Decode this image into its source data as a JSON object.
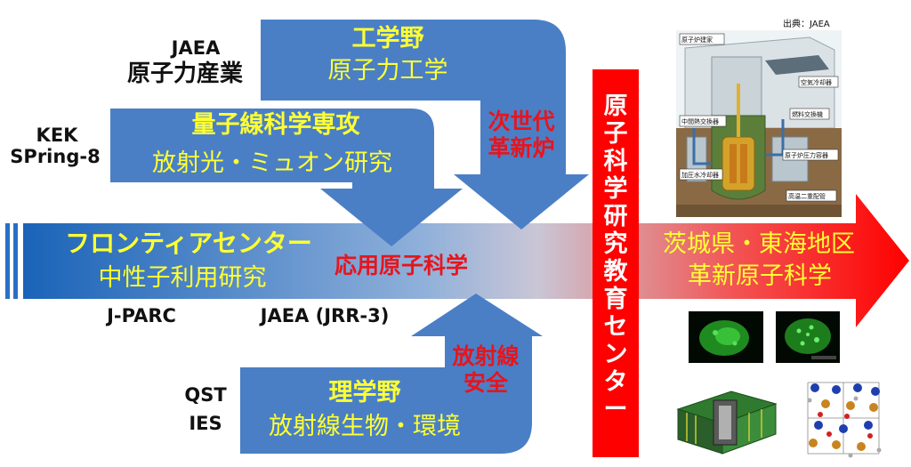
{
  "credit": "出典：JAEA",
  "left_labels": {
    "jaea_line1": "JAEA",
    "jaea_line2": "原子力産業",
    "kek": "KEK",
    "spring8": "SPring-8",
    "qst": "QST",
    "ies": "IES",
    "jparc": "J-PARC",
    "jrr3": "JAEA (JRR-3)"
  },
  "arrows": {
    "engineering": {
      "title": "工学野",
      "subtitle": "原子力工学"
    },
    "quantum": {
      "title": "量子線科学専攻",
      "subtitle": "放射光・ミュオン研究"
    },
    "frontier": {
      "title": "フロンティアセンター",
      "subtitle": "中性子利用研究"
    },
    "science": {
      "title": "理学野",
      "subtitle": "放射線生物・環境"
    }
  },
  "red_labels": {
    "applied": "応用原子科学",
    "next_gen_1": "次世代",
    "next_gen_2": "革新炉",
    "radiation_1": "放射線",
    "radiation_2": "安全"
  },
  "center": {
    "chars": [
      "原",
      "子",
      "科",
      "学",
      "研",
      "究",
      "教",
      "育",
      "セ",
      "ン",
      "タ",
      "ー"
    ]
  },
  "right": {
    "line1": "茨城県・東海地区",
    "line2": "革新原子科学"
  },
  "reactor_labels": [
    "原子炉建家",
    "空気冷却器",
    "燃料交換機",
    "中間熱交換器",
    "原子炉圧力容器",
    "加圧水冷却器",
    "高温二重配管"
  ],
  "colors": {
    "arrow_blue": "#4a7fc6",
    "text_yellow": "#ffff33",
    "text_red": "#e8141c",
    "center_red": "#ff0000"
  }
}
